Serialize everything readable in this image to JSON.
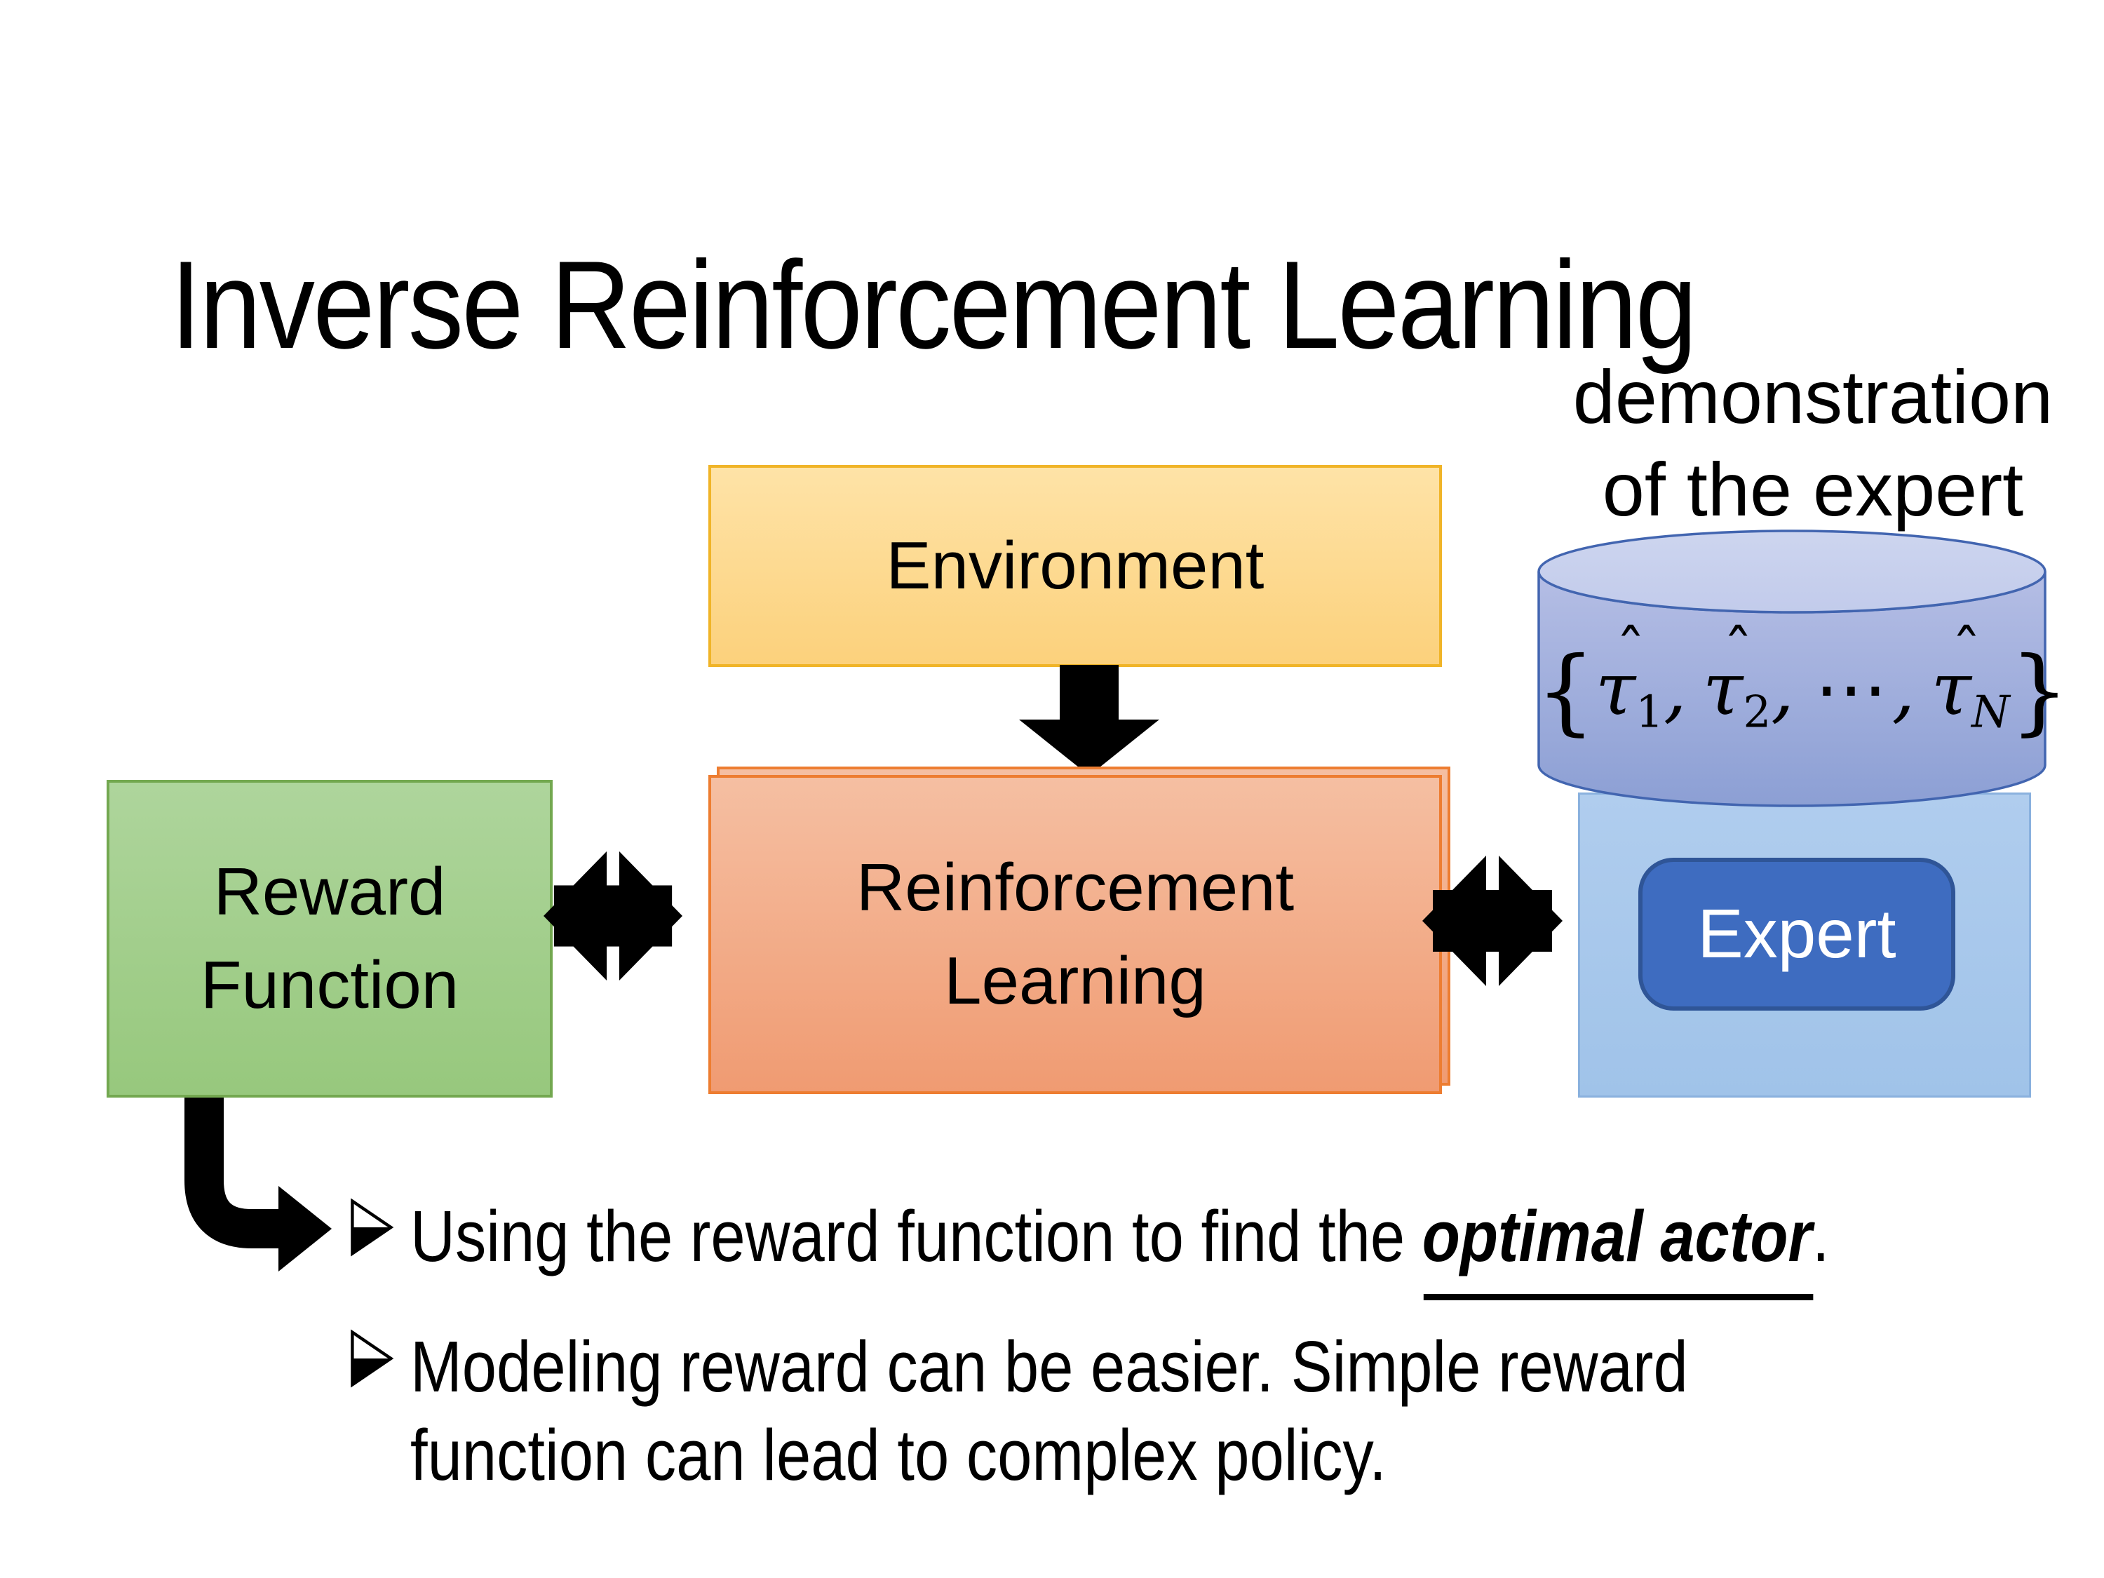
{
  "slide": {
    "title": "Inverse Reinforcement Learning"
  },
  "diagram": {
    "environment": {
      "label": "Environment"
    },
    "reward_function": {
      "label_line1": "Reward",
      "label_line2": "Function"
    },
    "reinforcement_learning": {
      "label_line1": "Reinforcement",
      "label_line2": "Learning"
    },
    "expert": {
      "label": "Expert"
    },
    "demonstration": {
      "caption_line1": "demonstration",
      "caption_line2": "of the expert",
      "formula": {
        "open": "{",
        "tau": "τ",
        "hat": "ˆ",
        "sub_1": "1",
        "comma": ",",
        "sub_2": "2",
        "dots": "⋯",
        "sub_n": "N",
        "close": "}"
      }
    }
  },
  "bullets": {
    "item1": {
      "prefix": "Using the reward function to find the ",
      "emphasis": "optimal actor",
      "suffix": "."
    },
    "item2": {
      "line1": "Modeling reward can be easier. Simple reward",
      "line2": "function can lead to complex policy."
    }
  },
  "colors": {
    "background": "#FFFFFF",
    "text": "#000000",
    "arrow": "#000000",
    "environment_fill_top": "#FEE3A7",
    "environment_fill_bottom": "#FCD17C",
    "environment_border": "#F0B428",
    "rl_fill_top": "#F5BFA2",
    "rl_fill_bottom": "#F09B72",
    "rl_border": "#ED7D31",
    "reward_fill_top": "#AED59C",
    "reward_fill_bottom": "#97C87D",
    "reward_border": "#73A850",
    "expert_panel_fill_top": "#B0CDEE",
    "expert_panel_fill_bottom": "#A0C3E9",
    "expert_panel_border": "#8AB1DE",
    "expert_fill": "#3E6CC0",
    "expert_border": "#2F5597",
    "expert_text": "#FFFFFF",
    "cylinder_fill_top": "#B5BEE5",
    "cylinder_fill_bottom": "#8C9FD4",
    "cylinder_top_fill": "#CAD2EE",
    "cylinder_border": "#4265B0"
  }
}
